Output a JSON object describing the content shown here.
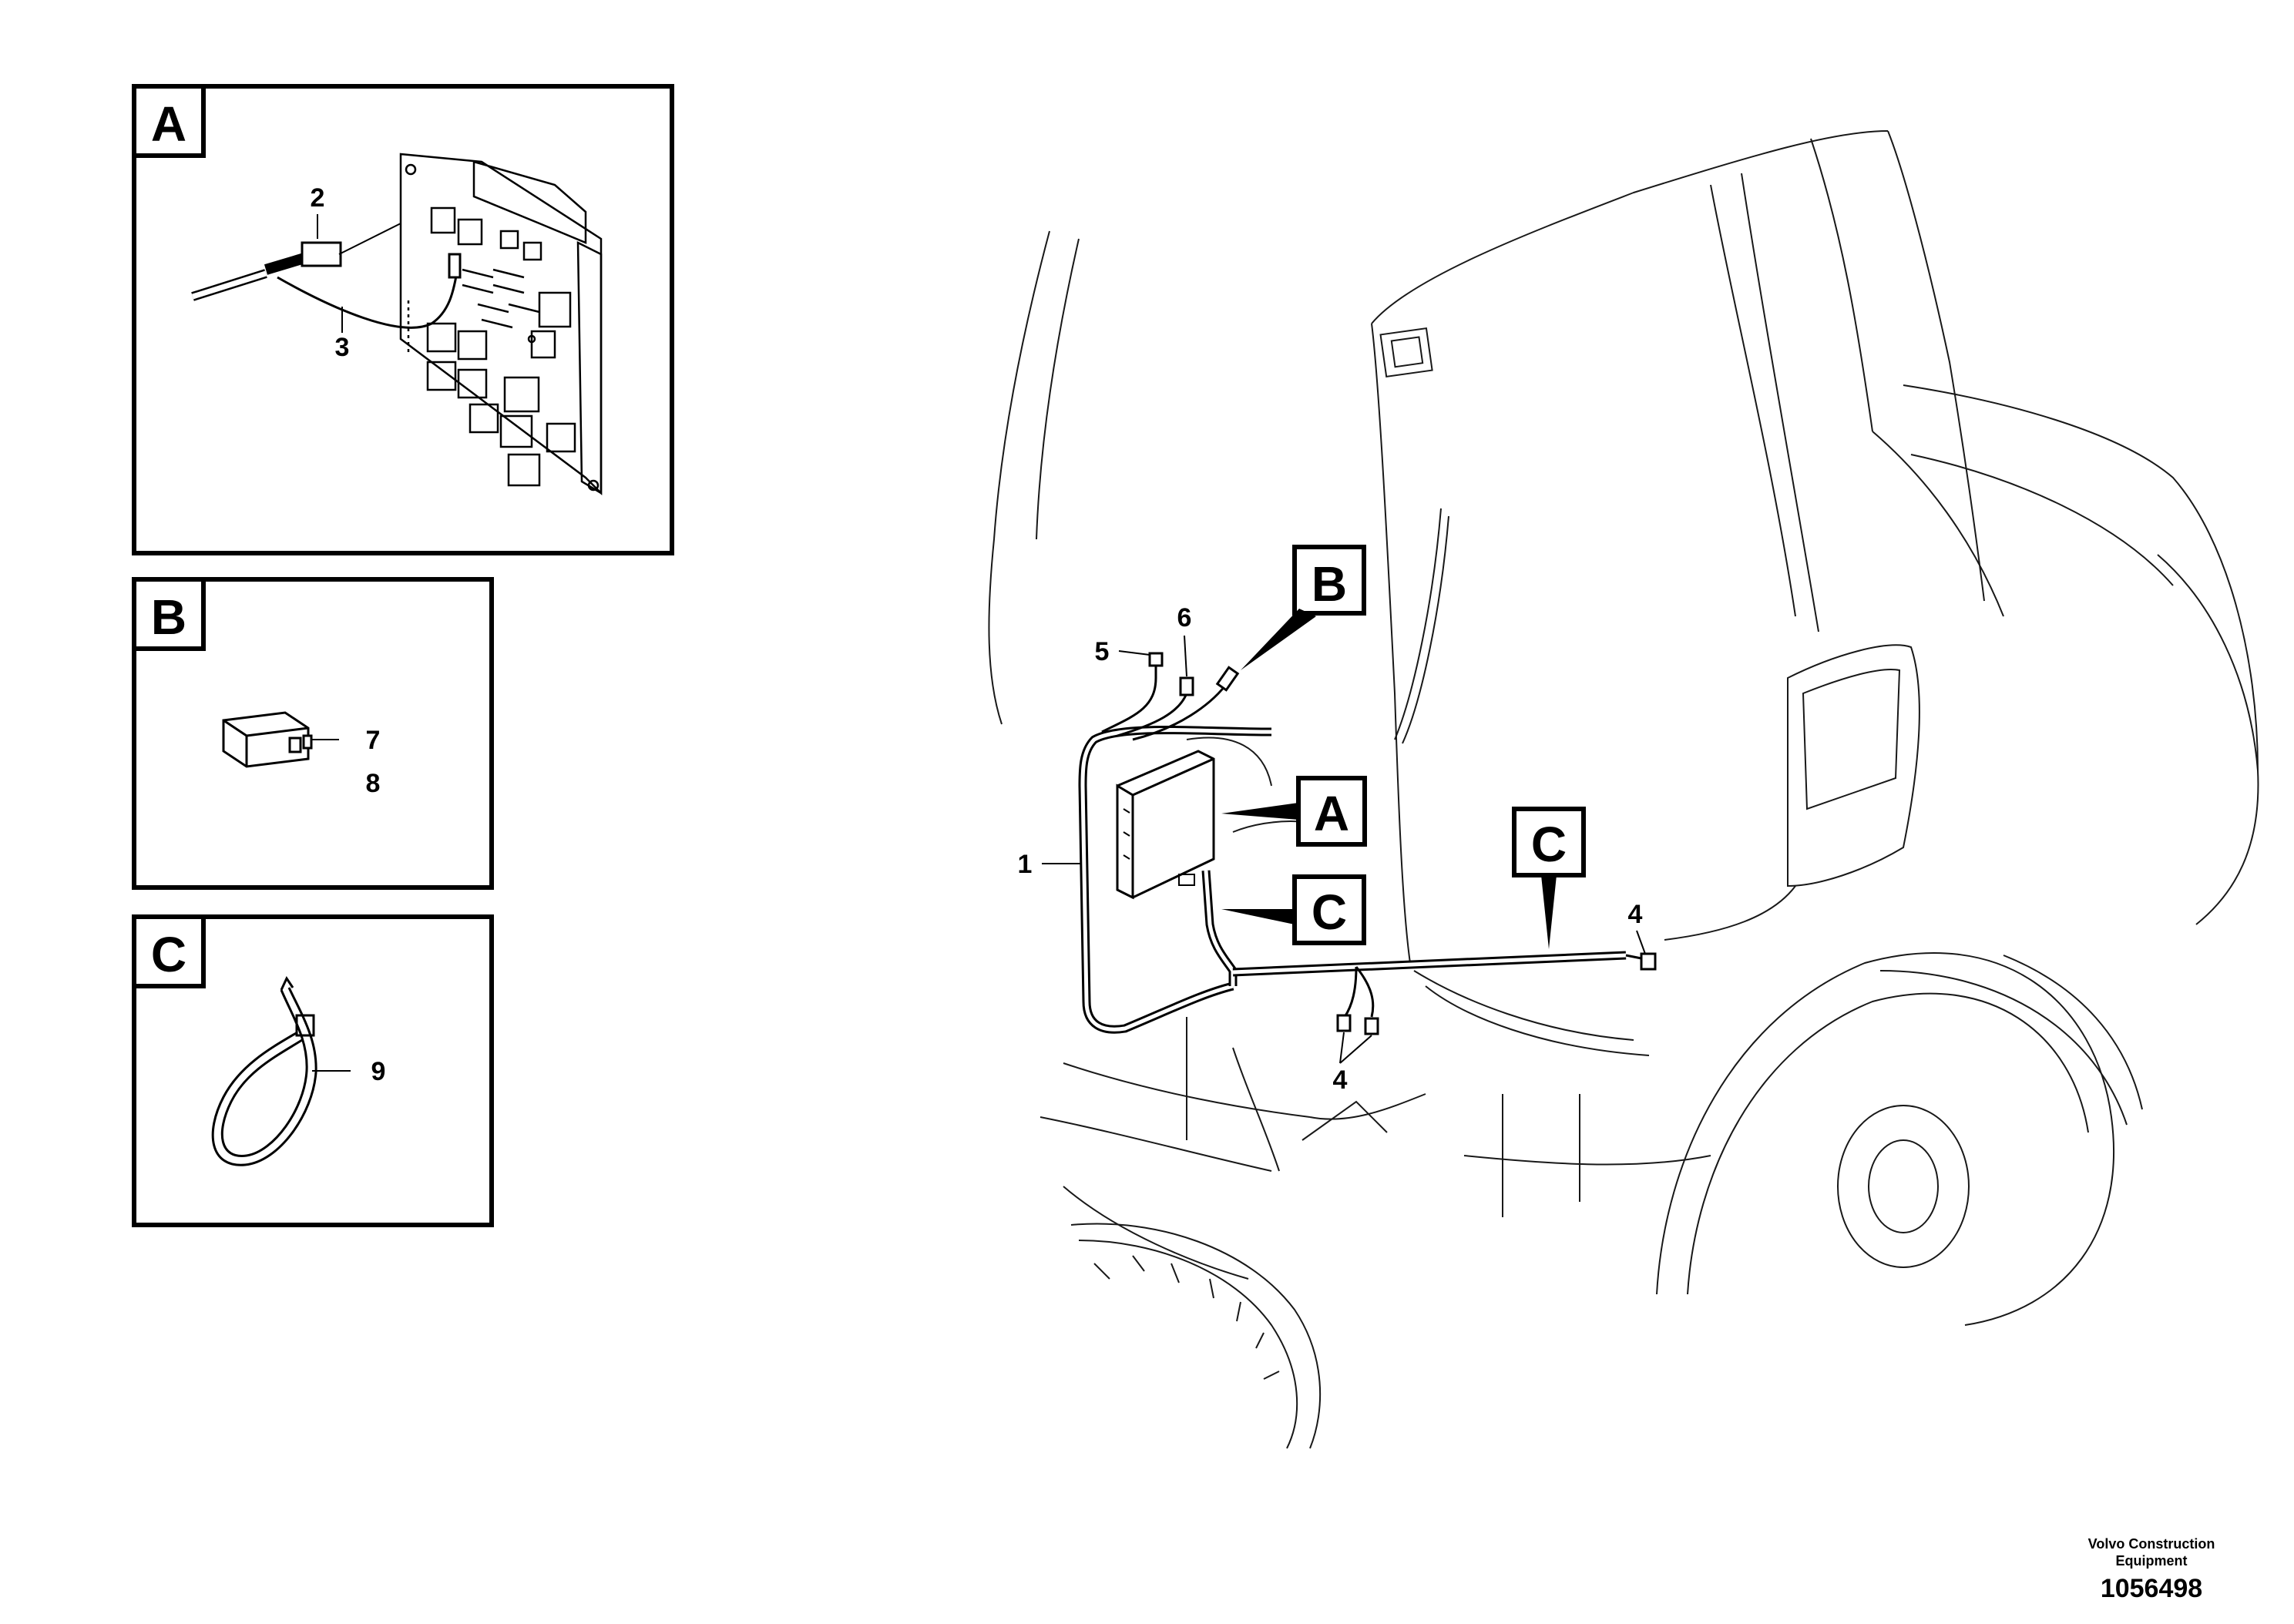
{
  "detail_panels": {
    "A": {
      "letter": "A",
      "callouts": [
        "2",
        "3"
      ]
    },
    "B": {
      "letter": "B",
      "callouts": [
        "7",
        "8"
      ]
    },
    "C": {
      "letter": "C",
      "callouts": [
        "9"
      ]
    }
  },
  "main_view": {
    "callouts": [
      "1",
      "4",
      "4",
      "5",
      "6"
    ],
    "reference_labels": [
      "A",
      "B",
      "C",
      "C"
    ]
  },
  "sheet": {
    "brand": "Volvo Construction Equipment",
    "drawing_number": "1056498"
  }
}
